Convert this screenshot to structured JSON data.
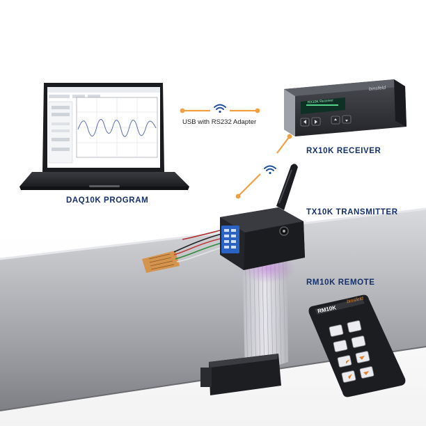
{
  "labels": {
    "daq": "DAQ10K PROGRAM",
    "rx": "RX10K RECEIVER",
    "tx": "TX10K TRANSMITTER",
    "rm": "RM10K REMOTE",
    "link": "USB with RS232 Adapter"
  },
  "devices": {
    "rx_brand": "binsfeld",
    "rx_screen": "RX10K Receiver",
    "rm_model": "RM10K",
    "rm_brand": "binsfeld"
  },
  "colors": {
    "accent_orange": "#f0a040",
    "label_navy": "#15306a",
    "wifi_blue": "#1f4ea0"
  },
  "icons": {
    "wifi_top": "wifi-icon",
    "wifi_mid": "wifi-icon"
  }
}
